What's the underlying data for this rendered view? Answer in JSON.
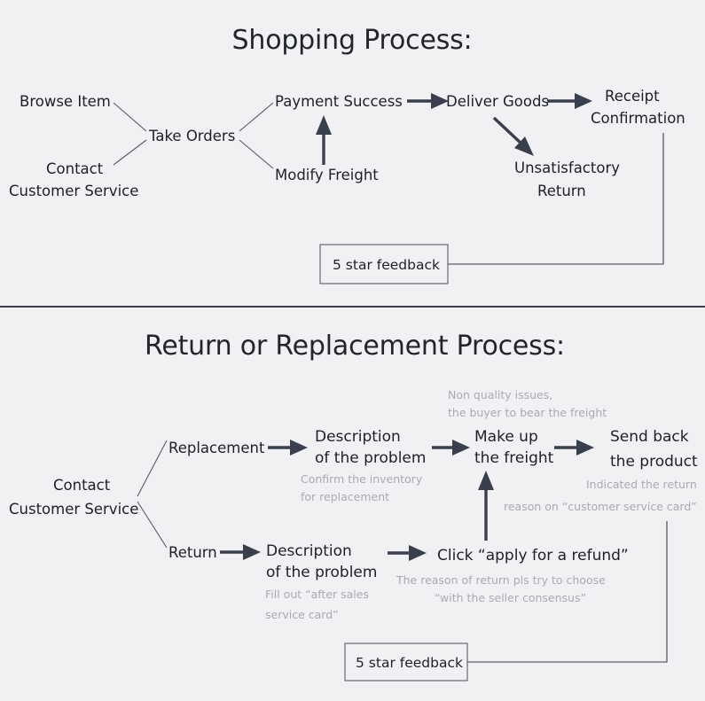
{
  "background_color": "#f1f1f4",
  "text_color": "#1d2029",
  "annotation_color": "#a8abb3",
  "arrow_color": "#3a3f4d",
  "sections": {
    "shopping": {
      "title": "Shopping Process:",
      "nodes": {
        "browse_item": "Browse Item",
        "contact_line1": "Contact",
        "contact_line2": "Customer Service",
        "take_orders": "Take Orders",
        "payment_success": "Payment Success",
        "modify_freight": "Modify Freight",
        "deliver_goods": "Deliver Goods",
        "receipt_line1": "Receipt",
        "receipt_line2": "Confirmation",
        "unsatisfactory_line1": "Unsatisfactory",
        "unsatisfactory_line2": "Return",
        "feedback_box": "5 star feedback"
      }
    },
    "return": {
      "title": "Return or Replacement Process:",
      "nodes": {
        "contact_line1": "Contact",
        "contact_line2": "Customer Service",
        "replacement": "Replacement",
        "return": "Return",
        "desc_top_line1": "Description",
        "desc_top_line2": "of the problem",
        "desc_bottom_line1": "Description",
        "desc_bottom_line2": "of the problem",
        "make_up_line1": "Make up",
        "make_up_line2": "the freight",
        "send_back_line1": "Send back",
        "send_back_line2": "the product",
        "click_refund": "Click “apply for a refund”",
        "feedback_box": "5 star feedback"
      },
      "annotations": {
        "non_quality_line1": "Non quality issues,",
        "non_quality_line2": "the buyer to bear the freight",
        "confirm_inventory_line1": "Confirm the inventory",
        "confirm_inventory_line2": "for replacement",
        "indicated_line1": "Indicated the return",
        "indicated_line2": "reason on “customer service card”",
        "fill_out_line1": "Fill out “after sales",
        "fill_out_line2": "service card”",
        "reason_line1": "The reason of return pls try to choose",
        "reason_line2": "“with the seller consensus”"
      }
    }
  }
}
